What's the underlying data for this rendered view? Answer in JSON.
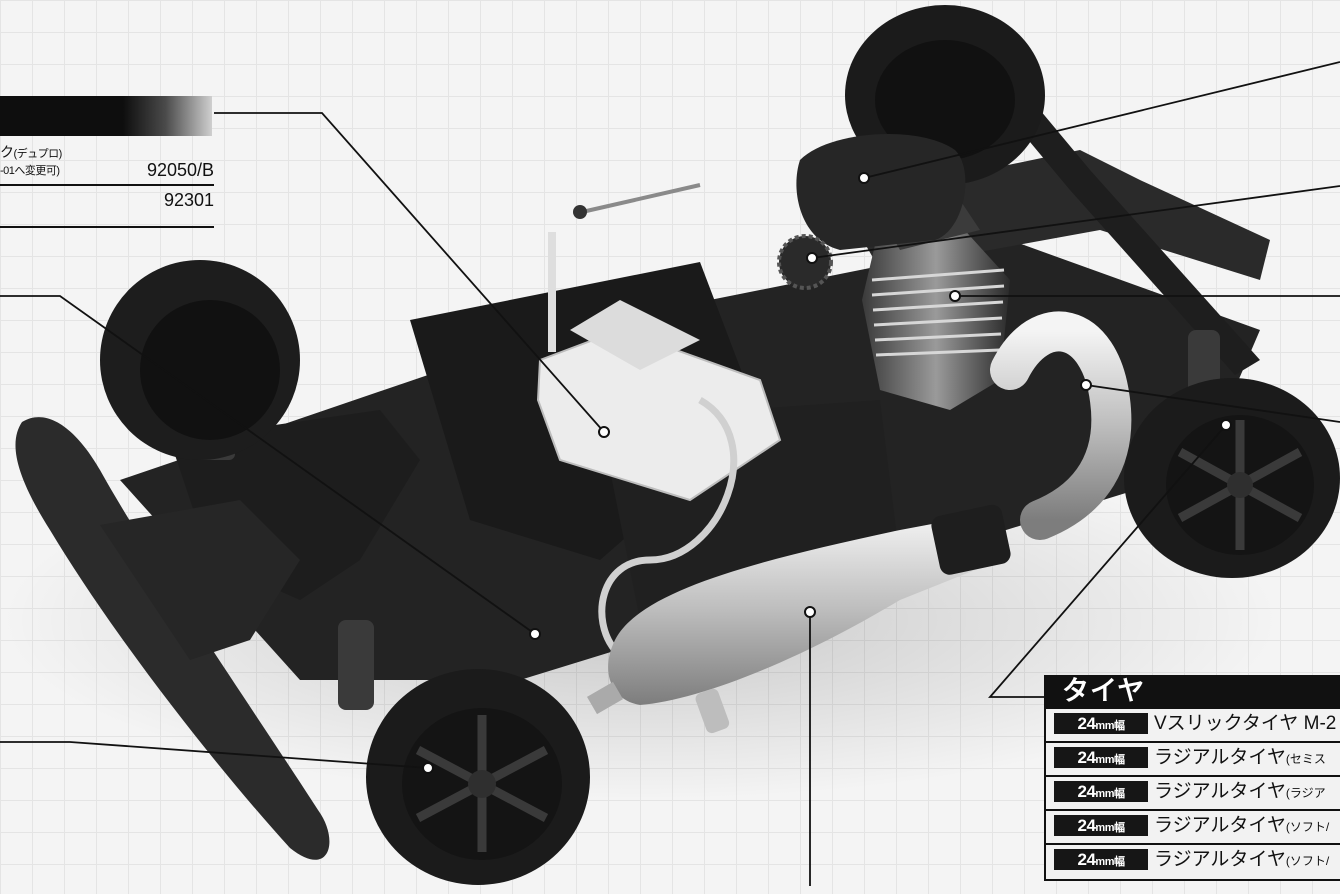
{
  "spec": {
    "tank_name": "ク",
    "tank_name_note": "(デュプロ)",
    "tank_sub": "-01へ変更可)",
    "tank_code": "92050/B",
    "row2_code": "92301"
  },
  "tires": {
    "title": "タイヤ",
    "rows": [
      {
        "width": "24",
        "unit": "mm幅",
        "name": "Vスリックタイヤ M-2",
        "note": ""
      },
      {
        "width": "24",
        "unit": "mm幅",
        "name": "ラジアルタイヤ",
        "note": "(セミス"
      },
      {
        "width": "24",
        "unit": "mm幅",
        "name": "ラジアルタイヤ",
        "note": "(ラジア"
      },
      {
        "width": "24",
        "unit": "mm幅",
        "name": "ラジアルタイヤ",
        "note": "(ソフト/"
      },
      {
        "width": "24",
        "unit": "mm幅",
        "name": "ラジアルタイヤ",
        "note": "(ソフト/"
      }
    ]
  },
  "colors": {
    "ink": "#111111",
    "grid": "#e4e4e4",
    "chassis": "#1c1c1c",
    "tank": "#ececec",
    "pipe": "#c8c8c8"
  },
  "photo": {
    "subject": "rc-car-chassis-photo"
  }
}
